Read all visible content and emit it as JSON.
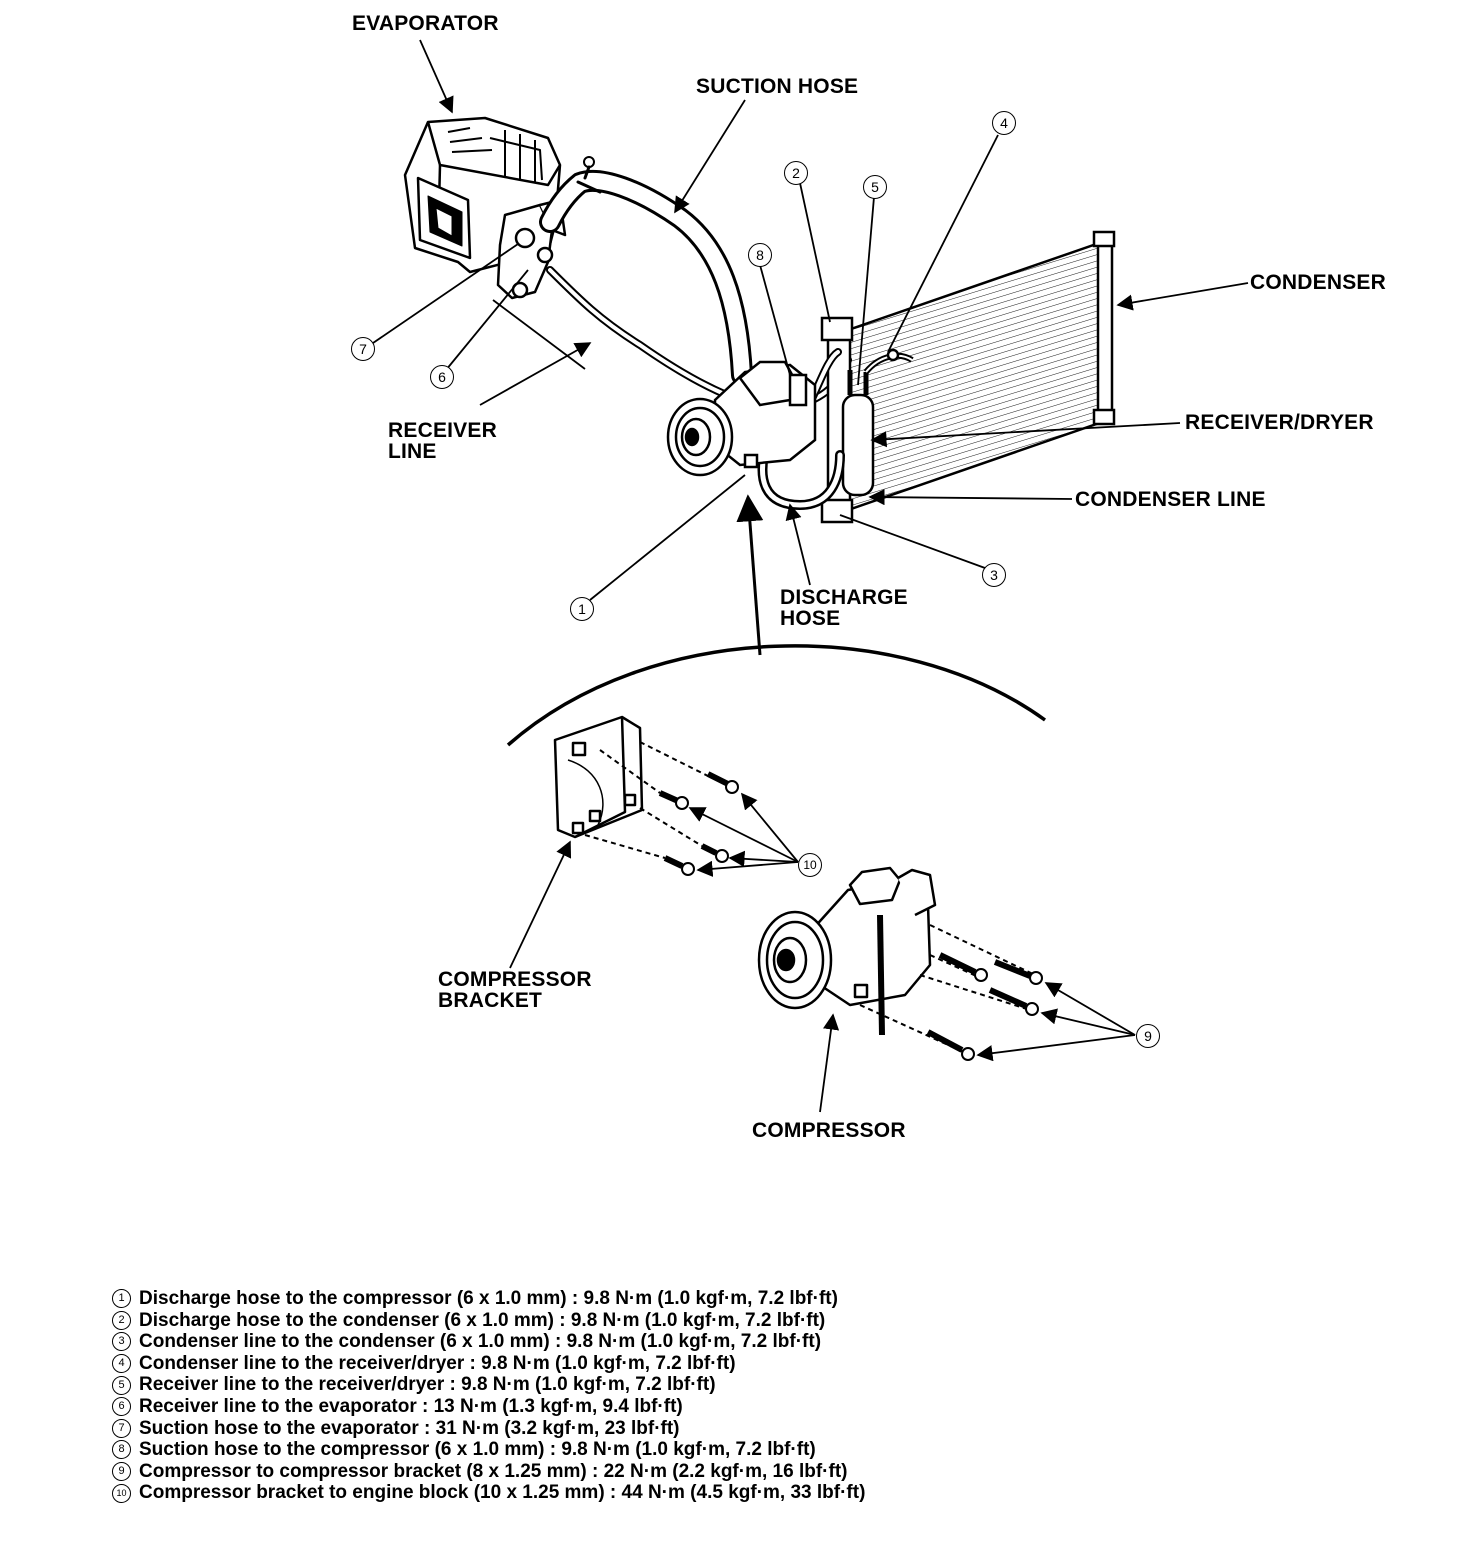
{
  "labels": {
    "evaporator": "EVAPORATOR",
    "suction_hose": "SUCTION HOSE",
    "condenser": "CONDENSER",
    "receiver_line_1": "RECEIVER",
    "receiver_line_2": "LINE",
    "receiver_dryer": "RECEIVER/DRYER",
    "condenser_line": "CONDENSER LINE",
    "discharge_hose_1": "DISCHARGE",
    "discharge_hose_2": "HOSE",
    "compressor_bracket_1": "COMPRESSOR",
    "compressor_bracket_2": "BRACKET",
    "compressor": "COMPRESSOR"
  },
  "callouts": {
    "c1": "1",
    "c2": "2",
    "c3": "3",
    "c4": "4",
    "c5": "5",
    "c6": "6",
    "c7": "7",
    "c8": "8",
    "c9": "9",
    "c10": "10"
  },
  "legend": [
    {
      "num": "1",
      "text": "Discharge hose to the compressor (6 x 1.0 mm) : 9.8 N·m (1.0 kgf·m, 7.2 lbf·ft)"
    },
    {
      "num": "2",
      "text": "Discharge hose to the condenser (6 x 1.0 mm) : 9.8 N·m (1.0 kgf·m, 7.2 lbf·ft)"
    },
    {
      "num": "3",
      "text": "Condenser line to the condenser (6 x 1.0 mm) : 9.8 N·m (1.0 kgf·m, 7.2 lbf·ft)"
    },
    {
      "num": "4",
      "text": "Condenser line to the receiver/dryer : 9.8 N·m (1.0 kgf·m, 7.2 lbf·ft)"
    },
    {
      "num": "5",
      "text": "Receiver line to the receiver/dryer : 9.8 N·m (1.0 kgf·m, 7.2 lbf·ft)"
    },
    {
      "num": "6",
      "text": "Receiver line to the evaporator : 13 N·m (1.3 kgf·m, 9.4 lbf·ft)"
    },
    {
      "num": "7",
      "text": "Suction hose to the evaporator : 31 N·m (3.2 kgf·m, 23 lbf·ft)"
    },
    {
      "num": "8",
      "text": "Suction hose to the compressor (6 x 1.0 mm) : 9.8 N·m (1.0 kgf·m, 7.2 lbf·ft)"
    },
    {
      "num": "9",
      "text": "Compressor to compressor bracket (8 x 1.25 mm) : 22 N·m (2.2 kgf·m, 16 lbf·ft)"
    },
    {
      "num": "10",
      "text": "Compressor bracket to engine block (10 x 1.25 mm) : 44 N·m (4.5 kgf·m, 33 lbf·ft)"
    }
  ]
}
